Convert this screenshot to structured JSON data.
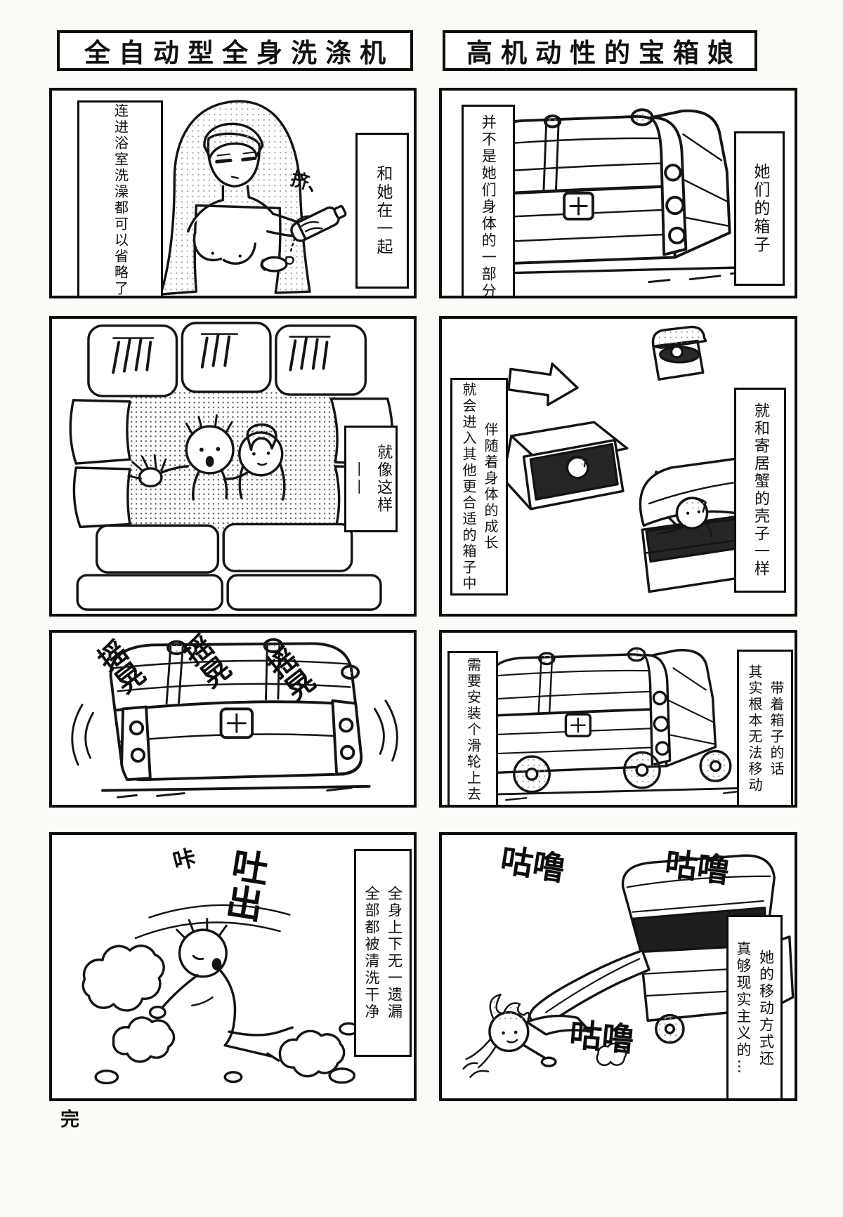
{
  "page": {
    "end_mark": "完"
  },
  "left_strip": {
    "title": "全自动型全身洗涤机",
    "panel1": {
      "caption_left": "连进浴室洗澡都可以省略了",
      "sfx_squeeze": "挤、",
      "caption_right": "和她在一起"
    },
    "panel2": {
      "caption_right": "就像这样——"
    },
    "panel3": {
      "sfx": [
        "摇晃",
        "摇晃",
        "摇晃"
      ]
    },
    "panel4": {
      "sfx_ka": "咔",
      "sfx_spit": "吐出",
      "caption_right_col1": "全身上下无一遗漏",
      "caption_right_col2": "全部都被清洗干净"
    }
  },
  "right_strip": {
    "title": "高机动性的宝箱娘",
    "panel1": {
      "caption_left": "并不是她们身体的一部分",
      "caption_right": "她们的箱子"
    },
    "panel2": {
      "caption_mid_col1": "伴随着身体的成长",
      "caption_mid_col2": "就会进入其他更合适的箱子中",
      "caption_right": "就和寄居蟹的壳子一样"
    },
    "panel3": {
      "caption_left": "需要安装个滑轮上去",
      "caption_right_col1": "带着箱子的话",
      "caption_right_col2": "其实根本无法移动"
    },
    "panel4": {
      "sfx_gulu": [
        "咕噜",
        "咕噜",
        "咕噜"
      ],
      "caption_right_col1": "她的移动方式还",
      "caption_right_col2": "真够现实主义的…"
    }
  }
}
